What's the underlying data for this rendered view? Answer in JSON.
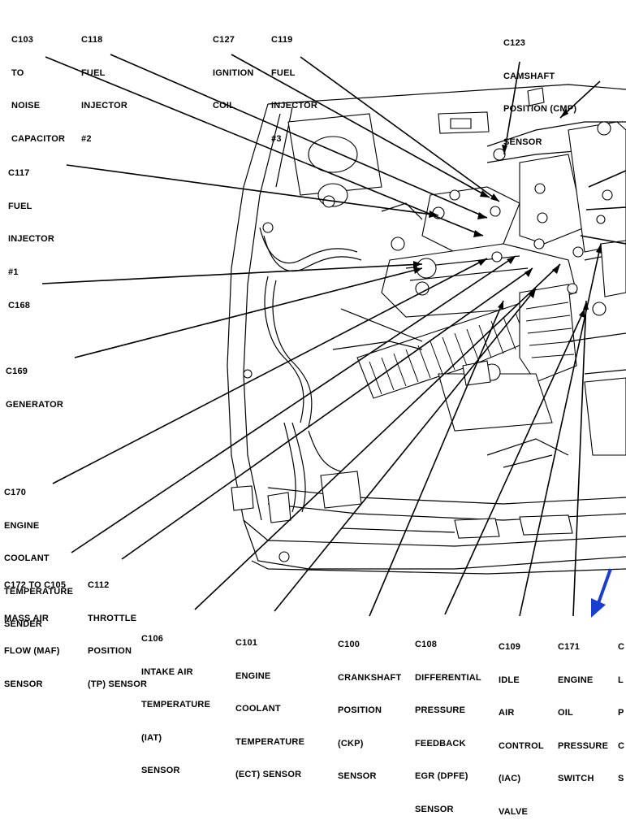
{
  "callouts": [
    {
      "id": "c103",
      "lines": [
        "C103",
        "TO",
        "NOISE",
        "CAPACITOR"
      ]
    },
    {
      "id": "c118",
      "lines": [
        "C118",
        "FUEL",
        "INJECTOR",
        "#2"
      ]
    },
    {
      "id": "c127",
      "lines": [
        "C127",
        "IGNITION",
        "COIL"
      ]
    },
    {
      "id": "c119",
      "lines": [
        "C119",
        "FUEL",
        "INJECTOR",
        "#3"
      ]
    },
    {
      "id": "c123",
      "lines": [
        "C123",
        "CAMSHAFT",
        "POSITION (CMP)",
        "SENSOR"
      ]
    },
    {
      "id": "c117",
      "lines": [
        "C117",
        "FUEL",
        "INJECTOR",
        "#1"
      ]
    },
    {
      "id": "c168",
      "lines": [
        "C168"
      ]
    },
    {
      "id": "c169",
      "lines": [
        "C169",
        "GENERATOR"
      ]
    },
    {
      "id": "c170",
      "lines": [
        "C170",
        "ENGINE",
        "COOLANT",
        "TEMPERATURE",
        "SENDER"
      ]
    },
    {
      "id": "c172",
      "lines": [
        "C172 TO C105",
        "MASS AIR",
        "FLOW (MAF)",
        "SENSOR"
      ]
    },
    {
      "id": "c112",
      "lines": [
        "C112",
        "THROTTLE",
        "POSITION",
        "(TP) SENSOR"
      ]
    },
    {
      "id": "c106",
      "lines": [
        "C106",
        "INTAKE AIR",
        "TEMPERATURE",
        "(IAT)",
        "SENSOR"
      ]
    },
    {
      "id": "c101",
      "lines": [
        "C101",
        "ENGINE",
        "COOLANT",
        "TEMPERATURE",
        "(ECT) SENSOR"
      ]
    },
    {
      "id": "c100",
      "lines": [
        "C100",
        "CRANKSHAFT",
        "POSITION",
        "(CKP)",
        "SENSOR"
      ]
    },
    {
      "id": "c108",
      "lines": [
        "C108",
        "DIFFERENTIAL",
        "PRESSURE",
        "FEEDBACK",
        "EGR (DPFE)",
        "SENSOR"
      ]
    },
    {
      "id": "c109",
      "lines": [
        "C109",
        "IDLE",
        "AIR",
        "CONTROL",
        "(IAC)",
        "VALVE"
      ]
    },
    {
      "id": "c171",
      "lines": [
        "C171",
        "ENGINE",
        "OIL",
        "PRESSURE",
        "SWITCH"
      ]
    },
    {
      "id": "cut",
      "lines": [
        "C",
        "L",
        "P",
        "C",
        "S"
      ]
    }
  ],
  "accent": {
    "arrow_color": "#1a3fd0",
    "line_color": "#000000"
  }
}
